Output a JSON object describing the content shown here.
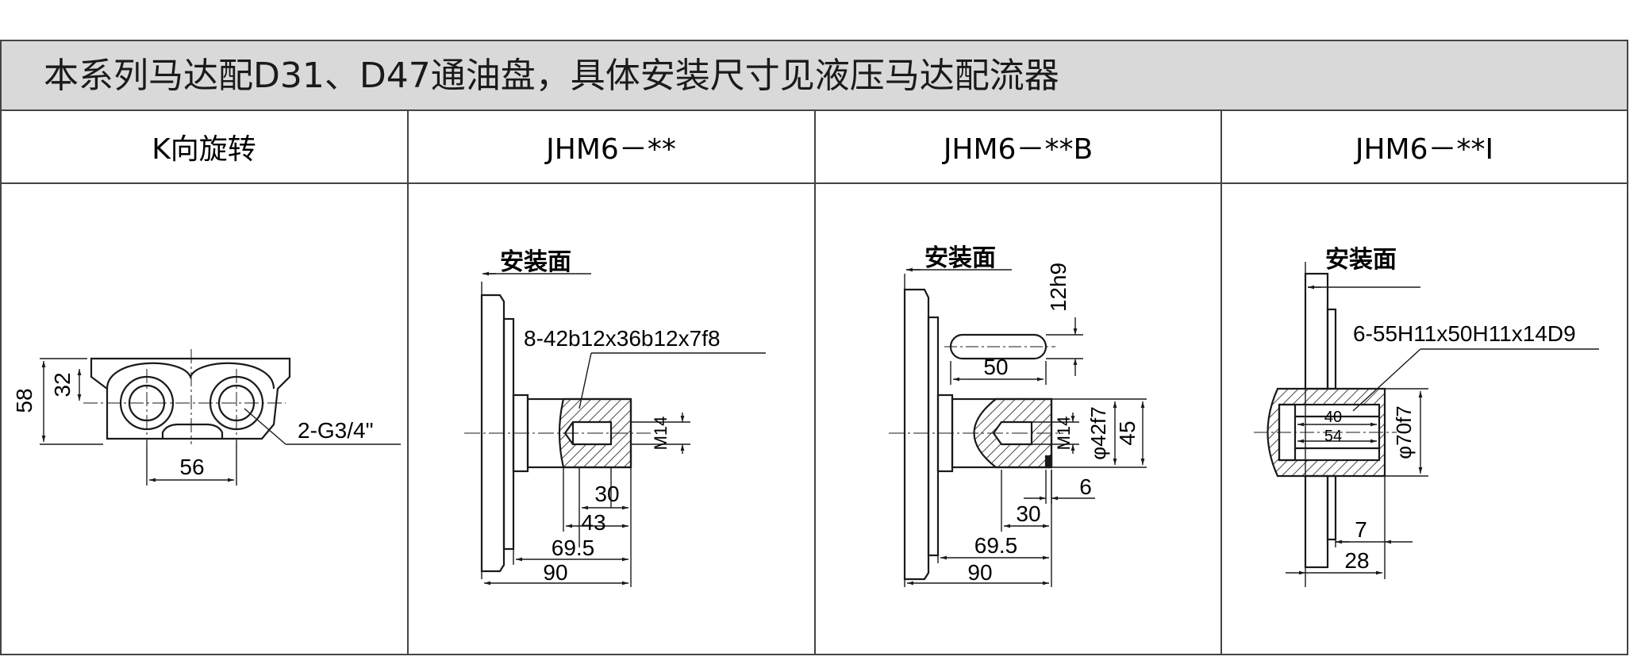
{
  "title": "本系列马达配D31、D47通油盘，具体安装尺寸见液压马达配流器",
  "columns": [
    {
      "label": "K向旋转"
    },
    {
      "label": "JHM6－**"
    },
    {
      "label": "JHM6－**B"
    },
    {
      "label": "JHM6－**I"
    }
  ],
  "k_view": {
    "dim_58": "58",
    "dim_32": "32",
    "dim_56": "56",
    "port": "2-G3/4\""
  },
  "jhm6": {
    "mount_face": "安装面",
    "spline": "8-42b12x36b12x7f8",
    "thread": "M14",
    "dim_30": "30",
    "dim_43": "43",
    "dim_69_5": "69.5",
    "dim_90": "90"
  },
  "jhm6b": {
    "mount_face": "安装面",
    "key_width": "12h9",
    "key_length": "50",
    "thread": "M14",
    "shaft_dia": "φ42f7",
    "dim_45": "45",
    "dim_6": "6",
    "dim_30": "30",
    "dim_69_5": "69.5",
    "dim_90": "90"
  },
  "jhm6i": {
    "mount_face": "安装面",
    "spline": "6-55H11x50H11x14D9",
    "dim_40": "40",
    "dim_54": "54",
    "bore_dia": "φ70f7",
    "dim_7": "7",
    "dim_28": "28"
  }
}
